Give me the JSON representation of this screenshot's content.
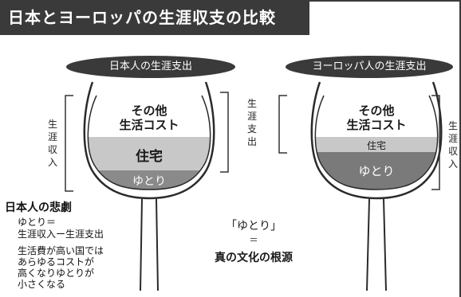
{
  "title": "日本とヨーロッパの生涯収支の比較",
  "japan": {
    "header": "日本人の生涯支出",
    "layers": {
      "other_costs_line1": "その他",
      "other_costs_line2": "生活コスト",
      "housing": "住宅",
      "margin": "ゆとり"
    },
    "income_label": "生涯収入"
  },
  "europe": {
    "header": "ヨーロッパ人の生涯支出",
    "layers": {
      "other_costs_line1": "その他",
      "other_costs_line2": "生活コスト",
      "housing": "住宅",
      "margin": "ゆとり"
    },
    "spending_label": "生涯支出",
    "income_label": "生涯収入"
  },
  "notes": {
    "heading": "日本人の悲劇",
    "formula_line1": "ゆとり＝",
    "formula_line2": "生涯収入ー生涯支出",
    "body_line1": "生活費が高い国では",
    "body_line2": "あらゆるコストが",
    "body_line3": "高くなりゆとりが",
    "body_line4": "小さくなる"
  },
  "center": {
    "line1": "「ゆとり」",
    "line2": "＝",
    "line3": "真の文化の根源"
  },
  "colors": {
    "dark": "#3a3a3a",
    "housing_light": "#c8c8c8",
    "margin_gray": "#8a8a8a",
    "margin_dark": "#7a7a7a"
  }
}
